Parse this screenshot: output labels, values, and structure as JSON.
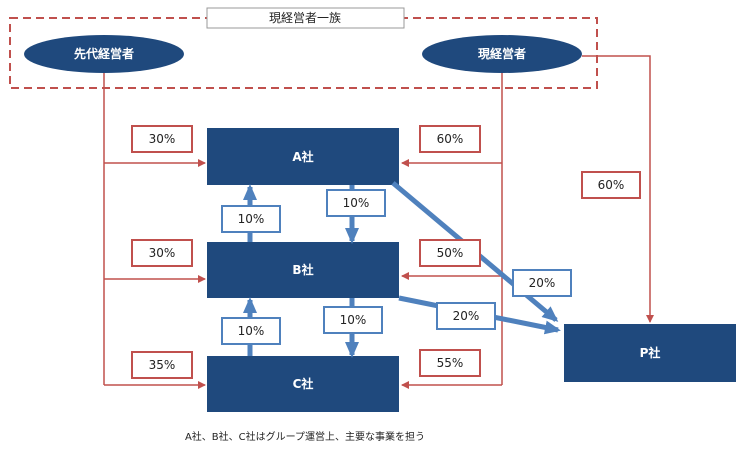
{
  "group": {
    "label": "現経営者一族"
  },
  "persons": {
    "predecessor": "先代経営者",
    "current": "現経営者"
  },
  "companies": {
    "a": "A社",
    "b": "B社",
    "c": "C社",
    "p": "P社"
  },
  "ownership": {
    "predecessor_a": "30%",
    "predecessor_b": "30%",
    "predecessor_c": "35%",
    "current_a": "60%",
    "current_b": "50%",
    "current_c": "55%",
    "current_p": "60%",
    "a_b": "10%",
    "b_a": "10%",
    "b_c": "10%",
    "c_b": "10%",
    "a_p": "20%",
    "b_p": "20%"
  },
  "caption": "A社、B社、C社はグループ運営上、主要な事業を担う",
  "colors": {
    "company_fill": "#1f497d",
    "red_line": "#c0504d",
    "blue_arrow": "#4f81bd",
    "dashed_border": "#c0504d"
  }
}
